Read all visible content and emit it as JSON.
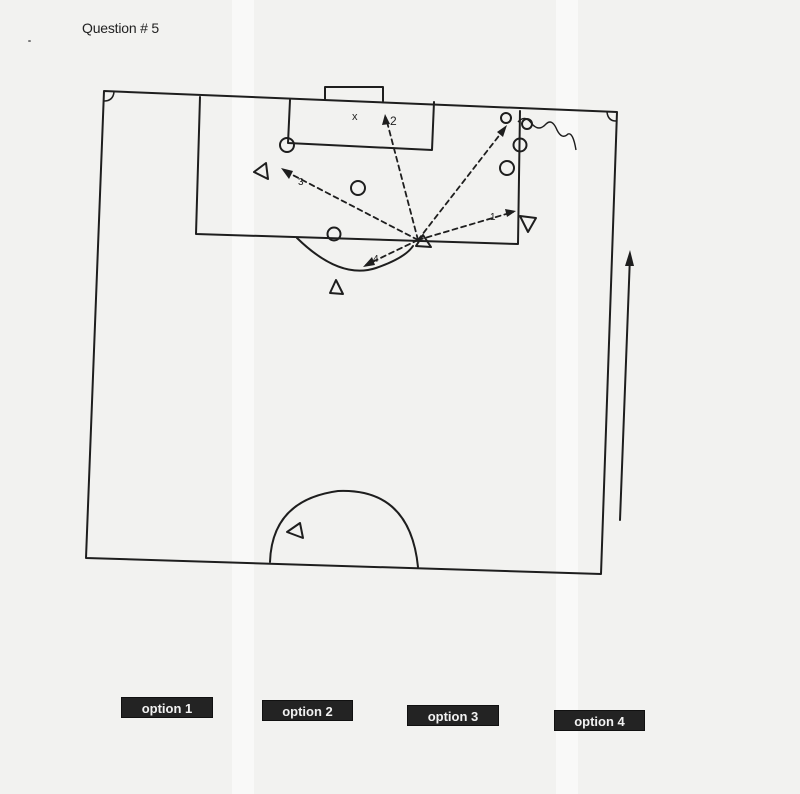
{
  "question": {
    "title": "Question # 5"
  },
  "field": {
    "box_labels": [
      "x",
      "2"
    ],
    "pass_labels": [
      "3",
      "1",
      "4"
    ]
  },
  "options": [
    {
      "label": "option 1"
    },
    {
      "label": "option 2"
    },
    {
      "label": "option 3"
    },
    {
      "label": "option 4"
    }
  ],
  "colors": {
    "background": "#f2f2f0",
    "ink": "#222222",
    "button_fill": "#232323",
    "button_text": "#f1f1f1"
  }
}
